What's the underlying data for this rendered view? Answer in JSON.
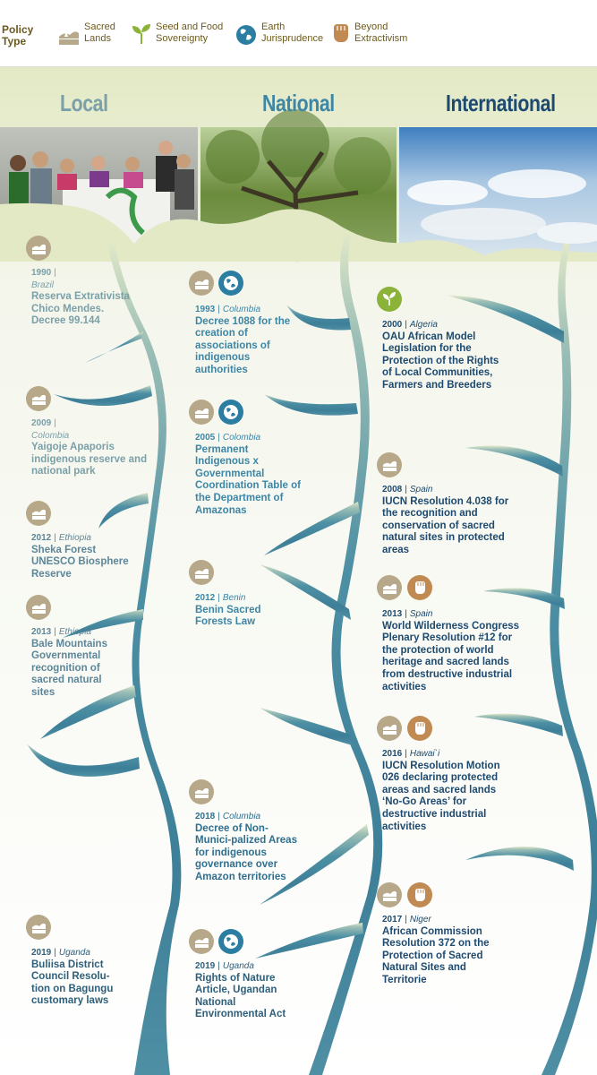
{
  "legend": {
    "title": "Policy Type",
    "items": [
      {
        "label": "Sacred Lands",
        "icon": "sacred-lands-icon",
        "color": "#b8a88a"
      },
      {
        "label": "Seed and Food Sovereignty",
        "icon": "seedling-icon",
        "color": "#8bb33a"
      },
      {
        "label": "Earth Jurisprudence",
        "icon": "globe-icon",
        "color": "#2b7ea1"
      },
      {
        "label": "Beyond Extractivism",
        "icon": "fist-icon",
        "color": "#c08a52"
      }
    ]
  },
  "columns": [
    {
      "title": "Local",
      "color": "#7aa0a8"
    },
    {
      "title": "National",
      "color": "#3d86a6"
    },
    {
      "title": "International",
      "color": "#1e4a70"
    }
  ],
  "entries": {
    "local": [
      {
        "year": "1990",
        "country": "Brazil",
        "title": "Reserva Extrativista Chico Mendes. Decree 99.144"
      },
      {
        "year": "2009",
        "country": "Colombia",
        "title": "Yaigoje Apaporis indigenous reserve and national park"
      },
      {
        "year": "2012",
        "country": "Ethiopia",
        "title": "Sheka Forest UNESCO Biosphere Reserve"
      },
      {
        "year": "2013",
        "country": "Ethiopia",
        "title": "Bale Mountains Governmental recognition of sacred natural sites"
      },
      {
        "year": "2019",
        "country": "Uganda",
        "title": "Buliisa District Council Resolu-tion on Bagungu customary laws"
      }
    ],
    "national": [
      {
        "year": "1993",
        "country": "Columbia",
        "title": "Decree 1088 for the creation of associations of indigenous authorities"
      },
      {
        "year": "2005",
        "country": "Colombia",
        "title": "Permanent Indigenous x Governmental Coordination Table of the Department of Amazonas"
      },
      {
        "year": "2012",
        "country": "Benin",
        "title": "Benin Sacred Forests Law"
      },
      {
        "year": "2018",
        "country": "Columbia",
        "title": "Decree of Non-Munici-palized Areas for indigenous governance over Amazon territories"
      },
      {
        "year": "2019",
        "country": "Uganda",
        "title": "Rights of Nature Article, Ugandan National Environmental Act"
      }
    ],
    "international": [
      {
        "year": "2000",
        "country": "Algeria",
        "title": "OAU African Model Legislation for the Protection of the Rights of Local Communities, Farmers and Breeders"
      },
      {
        "year": "2008",
        "country": "Spain",
        "title": "IUCN Resolution 4.038 for the recognition and conservation of sacred natural sites in protected areas"
      },
      {
        "year": "2013",
        "country": "Spain",
        "title": "World Wilderness Congress Plenary Resolution #12 for the protection of world heritage and sacred lands from destructive industrial activities"
      },
      {
        "year": "2016",
        "country": "Hawai`i",
        "title": "IUCN Resolution Motion 026 declaring protected areas and sacred lands ‘No-Go Areas’ for destructive industrial activities"
      },
      {
        "year": "2017",
        "country": "Niger",
        "title": "African Commission Resolution 372 on the Protection of Sacred Natural Sites and Territorie"
      }
    ]
  },
  "photos": [
    {
      "subject": "group-photo"
    },
    {
      "subject": "tree-canopy"
    },
    {
      "subject": "clouds"
    }
  ]
}
